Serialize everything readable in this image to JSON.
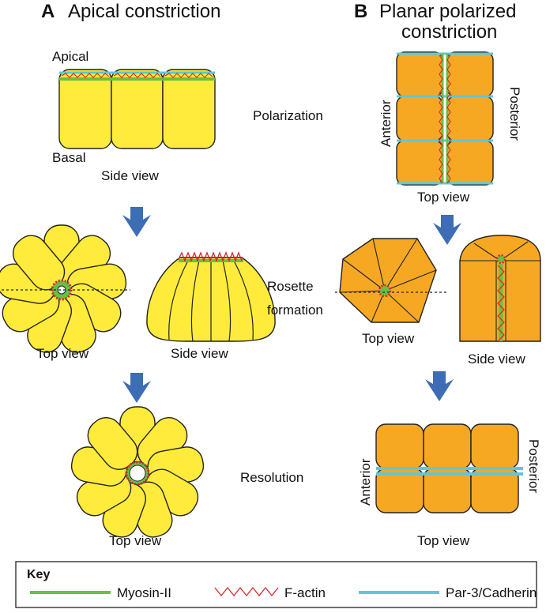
{
  "panel_a": {
    "letter": "A",
    "title": "Apical constriction",
    "apical": "Apical",
    "basal": "Basal",
    "side_view_1": "Side view",
    "top_view_2": "Top view",
    "side_view_2": "Side view",
    "top_view_3": "Top view"
  },
  "panel_b": {
    "letter": "B",
    "title_line1": "Planar polarized",
    "title_line2": "constriction",
    "anterior_1": "Anterior",
    "posterior_1": "Posterior",
    "top_view_1": "Top view",
    "top_view_2": "Top view",
    "side_view_2": "Side view",
    "anterior_3": "Anterior",
    "posterior_3": "Posterior",
    "top_view_3": "Top view"
  },
  "stages": {
    "polarization": "Polarization",
    "rosette_line1": "Rosette",
    "rosette_line2": "formation",
    "resolution": "Resolution"
  },
  "key": {
    "title": "Key",
    "myosin": "Myosin-II",
    "factin": "F-actin",
    "par3": "Par-3/Cadherin"
  },
  "colors": {
    "yellow_cell": "#ffeb3b",
    "orange_cell": "#f7a823",
    "myosin": "#6abf45",
    "factin": "#d6262b",
    "par3": "#5cc8dc",
    "arrow": "#3d6eb5"
  }
}
